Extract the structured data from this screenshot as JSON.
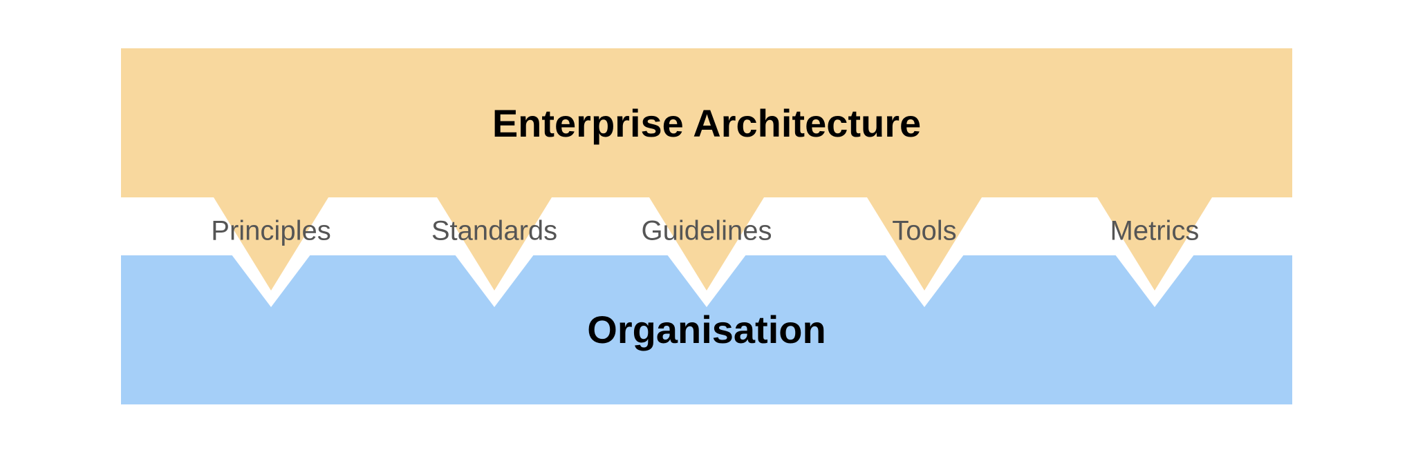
{
  "top_block": {
    "title": "Enterprise Architecture",
    "color": "#F8D89E"
  },
  "bottom_block": {
    "title": "Organisation",
    "color": "#A5CFF8"
  },
  "connectors": [
    {
      "label": "Principles"
    },
    {
      "label": "Standards"
    },
    {
      "label": "Guidelines"
    },
    {
      "label": "Tools"
    },
    {
      "label": "Metrics"
    }
  ]
}
